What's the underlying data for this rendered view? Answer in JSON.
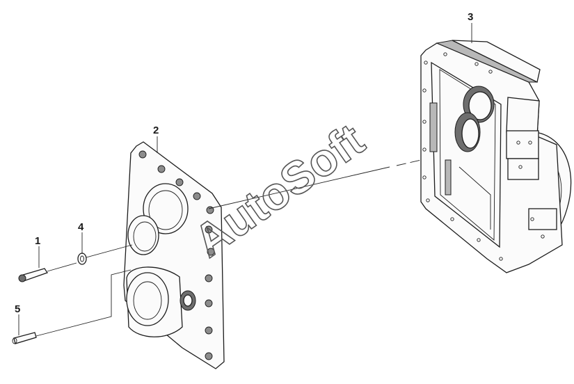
{
  "diagram": {
    "callouts": [
      {
        "id": "1",
        "label": "1"
      },
      {
        "id": "2",
        "label": "2"
      },
      {
        "id": "3",
        "label": "3"
      },
      {
        "id": "4",
        "label": "4"
      },
      {
        "id": "5",
        "label": "5"
      }
    ],
    "watermark": "AutoSoft"
  }
}
